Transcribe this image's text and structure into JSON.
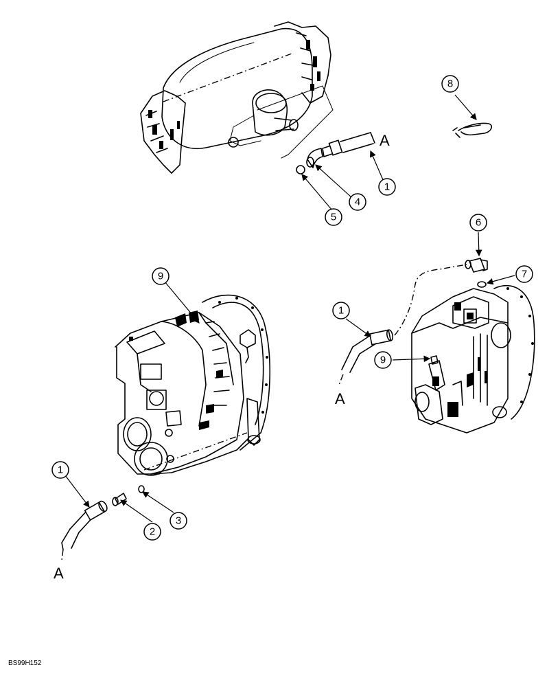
{
  "callouts": {
    "top_1": "1",
    "top_4": "4",
    "top_5": "5",
    "top_8": "8",
    "left_9": "9",
    "left_1": "1",
    "left_2": "2",
    "left_3": "3",
    "right_6": "6",
    "right_7": "7",
    "right_1": "1",
    "right_9": "9"
  },
  "connection_labels": {
    "top_a": "A",
    "left_a": "A",
    "right_a": "A"
  },
  "figure_code": "BS99H152"
}
